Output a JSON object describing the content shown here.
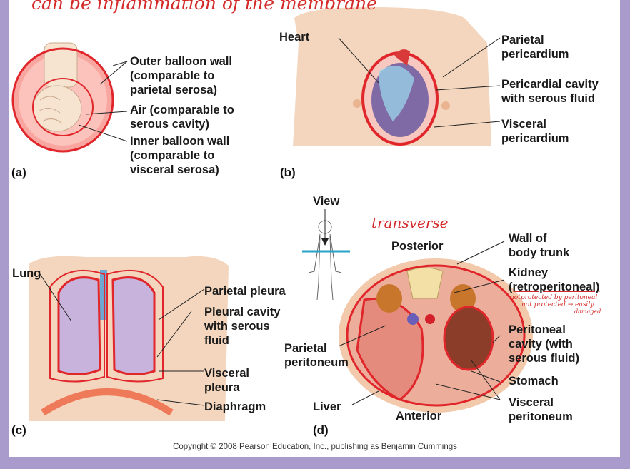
{
  "handwritten": {
    "top_note": "can be inflammation of the membrane",
    "transverse": "transverse",
    "kidney_note_1": "notprotected by peritoneal",
    "kidney_note_2": "not protected → easily",
    "kidney_note_3": "damaged"
  },
  "panel_a": {
    "letter": "(a)",
    "outer_wall": [
      "Outer balloon wall",
      "(comparable to",
      "parietal serosa)"
    ],
    "air": [
      "Air (comparable to",
      "serous cavity)"
    ],
    "inner_wall": [
      "Inner balloon wall",
      "(comparable to",
      "visceral serosa)"
    ]
  },
  "panel_b": {
    "letter": "(b)",
    "heart": "Heart",
    "parietal": [
      "Parietal",
      "pericardium"
    ],
    "cavity": [
      "Pericardial cavity",
      "with serous fluid"
    ],
    "visceral": [
      "Visceral",
      "pericardium"
    ]
  },
  "panel_c": {
    "letter": "(c)",
    "lung": "Lung",
    "parietal": "Parietal pleura",
    "cavity": [
      "Pleural cavity",
      "with serous",
      "fluid"
    ],
    "visceral": [
      "Visceral",
      "pleura"
    ],
    "diaphragm": "Diaphragm"
  },
  "panel_d": {
    "letter": "(d)",
    "view": "View",
    "posterior": "Posterior",
    "anterior": "Anterior",
    "wall": [
      "Wall of",
      "body trunk"
    ],
    "kidney": [
      "Kidney",
      "(retroperitoneal)"
    ],
    "parietal": [
      "Parietal",
      "peritoneum"
    ],
    "cavity": [
      "Peritoneal",
      "cavity (with",
      "serous fluid)"
    ],
    "stomach": "Stomach",
    "visceral": [
      "Visceral",
      "peritoneum"
    ],
    "liver": "Liver"
  },
  "copyright": "Copyright © 2008 Pearson Education, Inc., publishing as Benjamin Cummings",
  "colors": {
    "frame": "#a99ccd",
    "membrane_red": "#e0262b",
    "skin": "#f3d6bd",
    "lung": "#c7b3dc",
    "liver": "#e58b7d",
    "handwriting": "#d42a2a"
  }
}
